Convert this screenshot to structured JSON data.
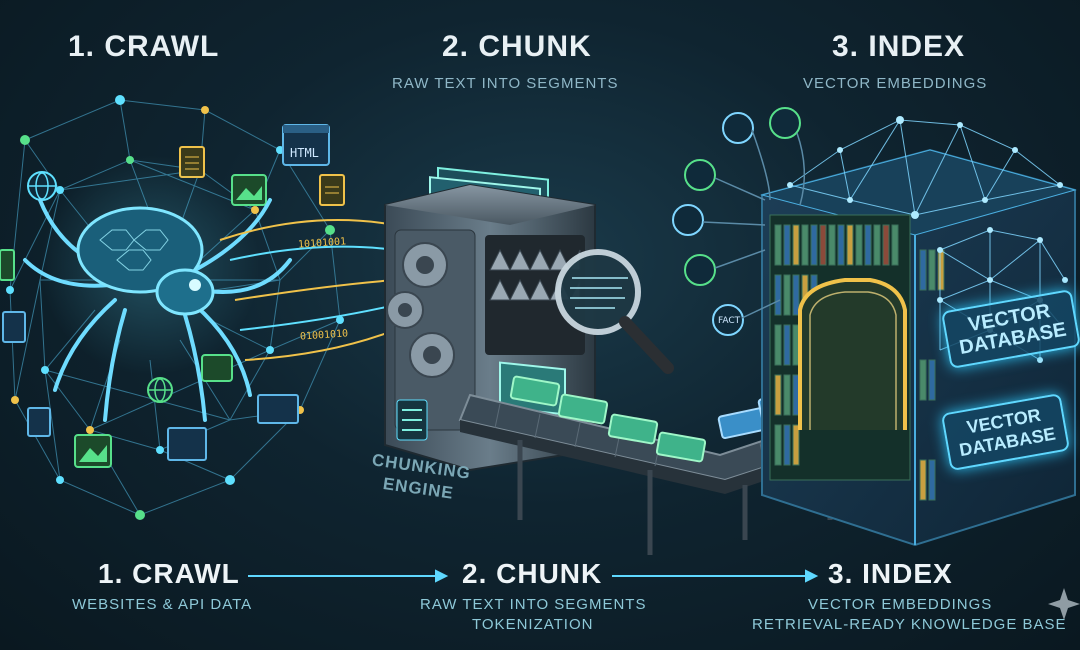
{
  "top": {
    "crawl_title": "1. CRAWL",
    "chunk_title": "2. CHUNK",
    "chunk_sub": "RAW TEXT INTO SEGMENTS",
    "index_title": "3. INDEX",
    "index_sub": "VECTOR EMBEDDINGS"
  },
  "illustration": {
    "engine_label_line1": "CHUNKING",
    "engine_label_line2": "ENGINE",
    "db_label_1_line1": "VECTOR",
    "db_label_1_line2": "DATABASE",
    "db_label_2_line1": "VECTOR",
    "db_label_2_line2": "DATABASE",
    "html_badge": "HTML",
    "fact_badge": "FACT",
    "binary_1": "10101001",
    "binary_2": "01001010"
  },
  "bottom": {
    "crawl_title": "1. CRAWL",
    "crawl_sub": "WEBSITES & API DATA",
    "chunk_title": "2. CHUNK",
    "chunk_sub1": "RAW TEXT INTO SEGMENTS",
    "chunk_sub2": "TOKENIZATION",
    "index_title": "3. INDEX",
    "index_sub1": "VECTOR EMBEDDINGS",
    "index_sub2": "RETRIEVAL-READY KNOWLEDGE BASE"
  },
  "colors": {
    "accent_cyan": "#4fd6ff",
    "accent_green": "#57e08a",
    "accent_yellow": "#f0c24a"
  }
}
